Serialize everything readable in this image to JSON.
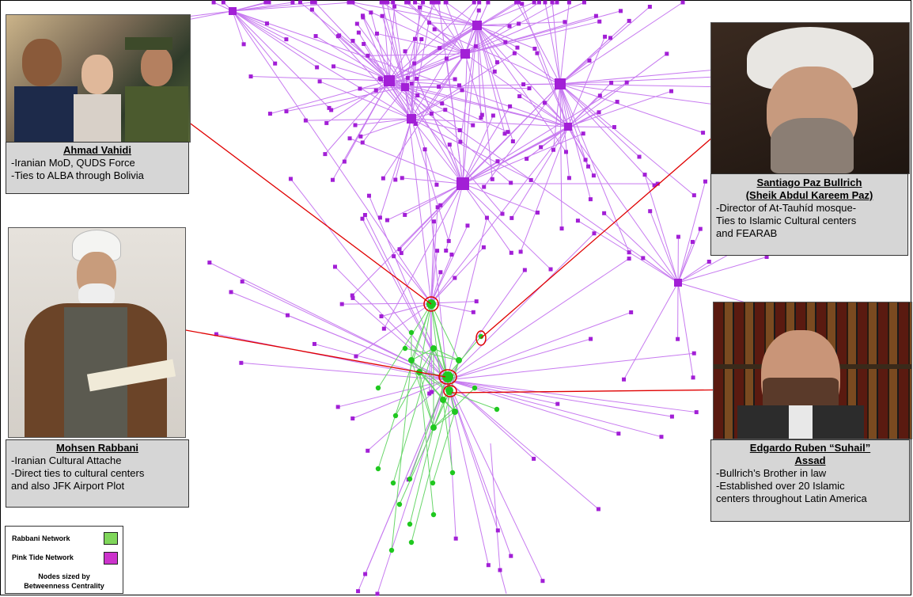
{
  "people": [
    {
      "id": "vahidi",
      "name": "Ahmad Vahidi",
      "lines": [
        "-Iranian MoD, QUDS Force",
        "-Ties to ALBA through Bolivia"
      ]
    },
    {
      "id": "paz",
      "name_lines": [
        "Santiago Paz Bullrich",
        "(Sheik Abdul Kareem Paz)"
      ],
      "lines": [
        "-Director of At-Tauhíd mosque-",
        "Ties to Islamic Cultural centers",
        "and FEARAB"
      ]
    },
    {
      "id": "rabbani",
      "name": "Mohsen Rabbani",
      "lines": [
        "-Iranian Cultural Attache",
        "-Direct ties to cultural centers",
        "and also JFK Airport Plot"
      ]
    },
    {
      "id": "assad",
      "name_lines": [
        "Edgardo Ruben “Suhail”",
        "Assad"
      ],
      "lines": [
        "-Bullrich’s Brother in law",
        "-Established over 20 Islamic",
        "centers throughout Latin America"
      ]
    }
  ],
  "legend": {
    "rabbani_label": "Rabbani Network",
    "pink_label": "Pink Tide Network",
    "note_line1": "Nodes sized by",
    "note_line2": "Betweenness Centrality",
    "rabbani_color": "#7fd65a",
    "pink_color": "#cc33cc"
  },
  "colors": {
    "pink_node": "#a21fd6",
    "pink_edge": "#c77af0",
    "green_node": "#1fc81f",
    "green_edge": "#69d66a",
    "highlight": "#e00000"
  }
}
